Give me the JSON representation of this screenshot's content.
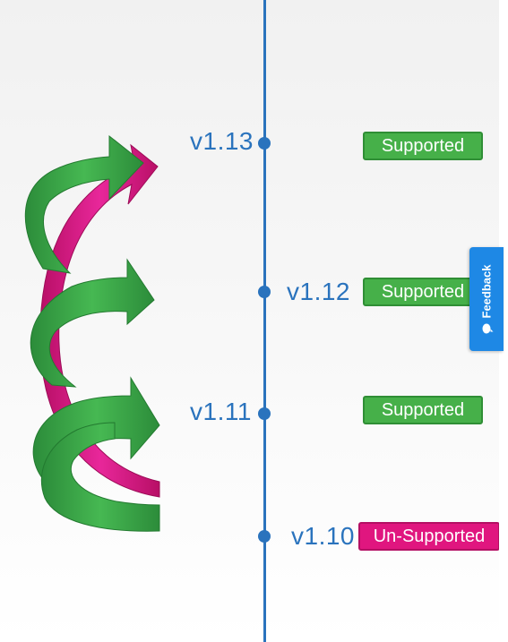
{
  "timeline": {
    "color": "#2a73bd",
    "versions": [
      {
        "label": "v1.13",
        "status": "Supported"
      },
      {
        "label": "v1.12",
        "status": "Supported"
      },
      {
        "label": "v1.11",
        "status": "Supported"
      },
      {
        "label": "v1.10",
        "status": "Un-Supported"
      }
    ]
  },
  "colors": {
    "supported": "#46b049",
    "unsupported": "#e0167f",
    "arrow_green": "#3fae49",
    "arrow_magenta": "#e0167f"
  },
  "feedback": {
    "label": "Feedback",
    "icon": "speech-bubble-icon"
  }
}
